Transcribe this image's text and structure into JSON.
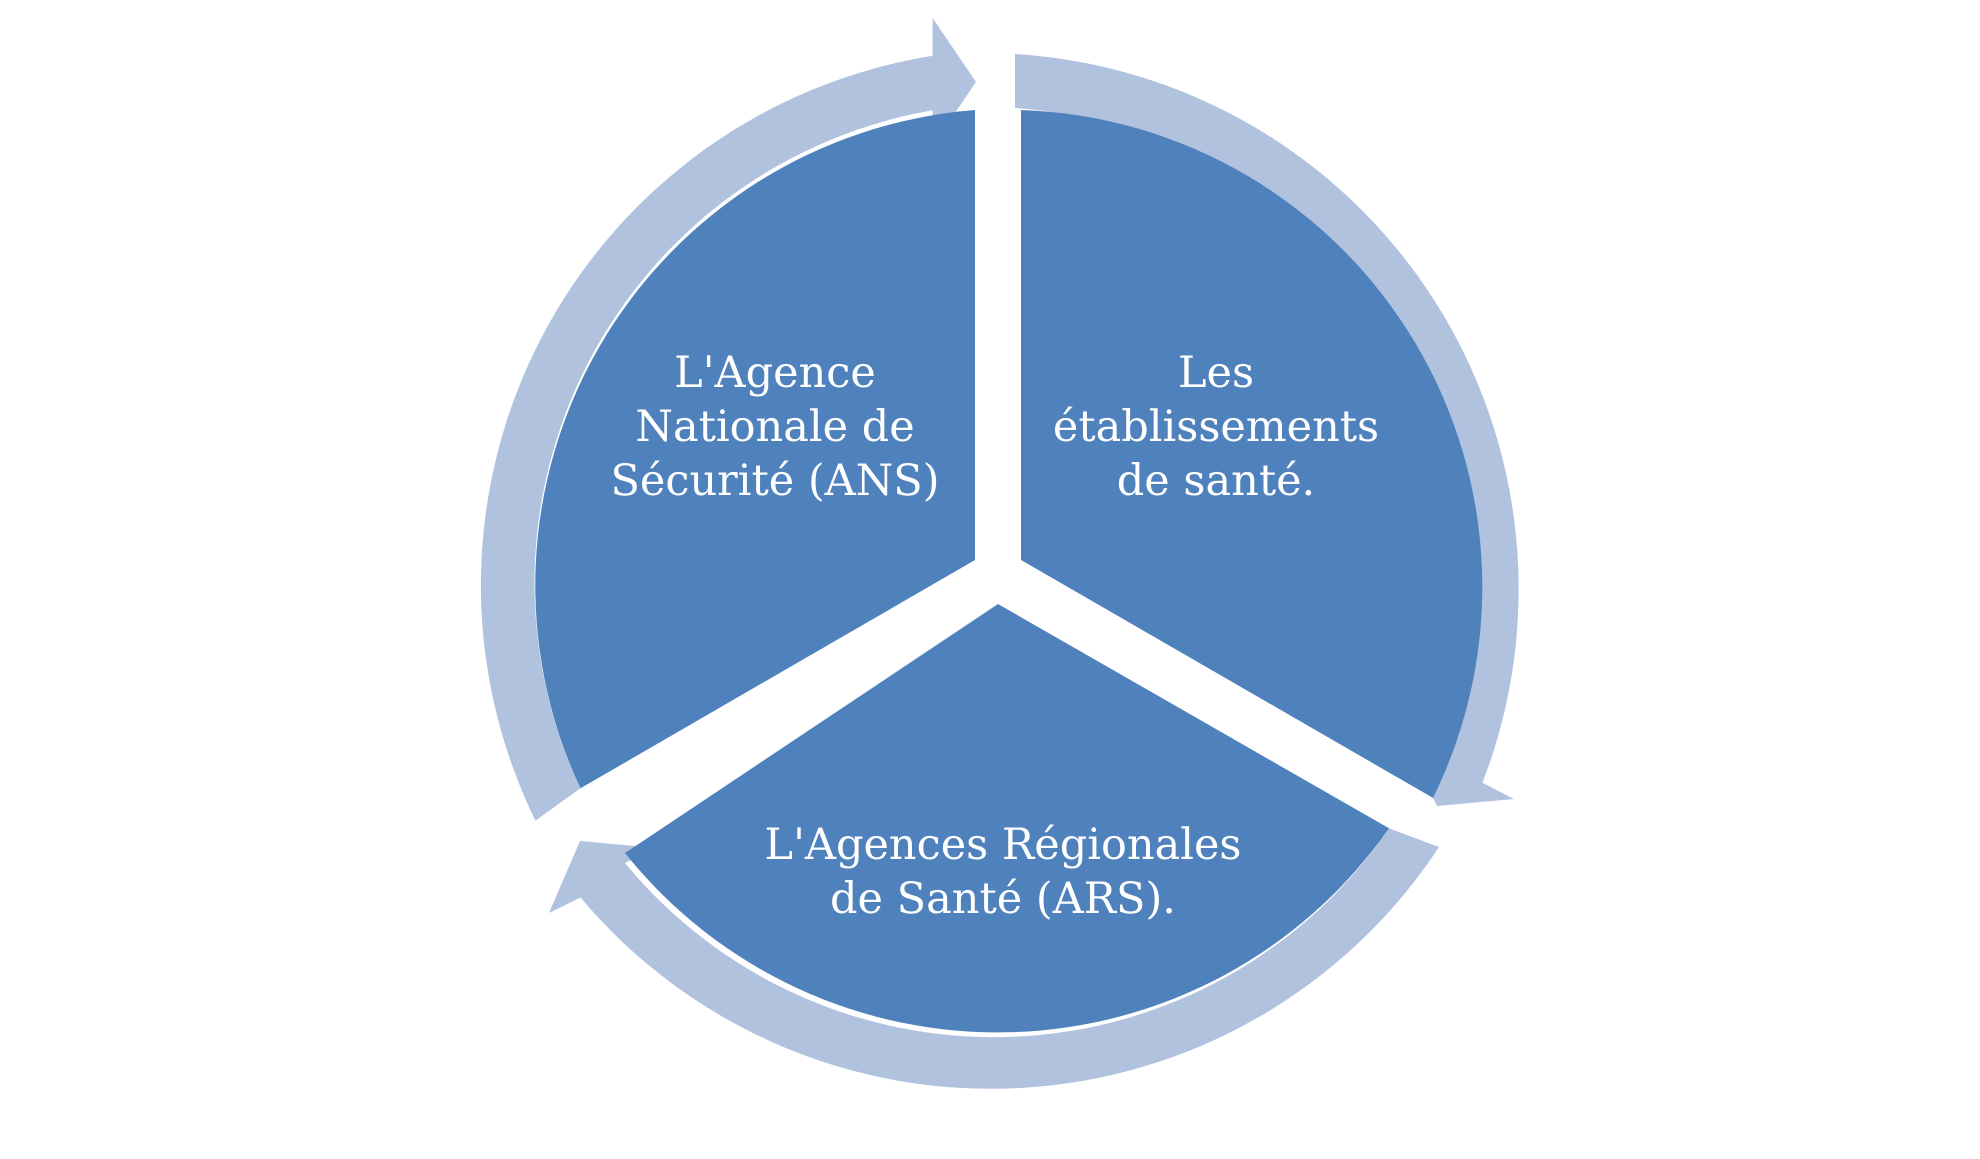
{
  "colors": {
    "segment_fill": "#4f81bd",
    "arrow_fill": "#b1c2de",
    "text": "#ffffff",
    "background": "#ffffff"
  },
  "segments": [
    {
      "id": "ans",
      "lines": [
        "L'Agence",
        "Nationale de",
        "Sécurité (ANS)"
      ]
    },
    {
      "id": "etablissements",
      "lines": [
        "Les",
        "établissements",
        "de santé."
      ]
    },
    {
      "id": "ars",
      "lines": [
        "L'Agences Régionales",
        "de Santé (ARS)."
      ]
    }
  ]
}
